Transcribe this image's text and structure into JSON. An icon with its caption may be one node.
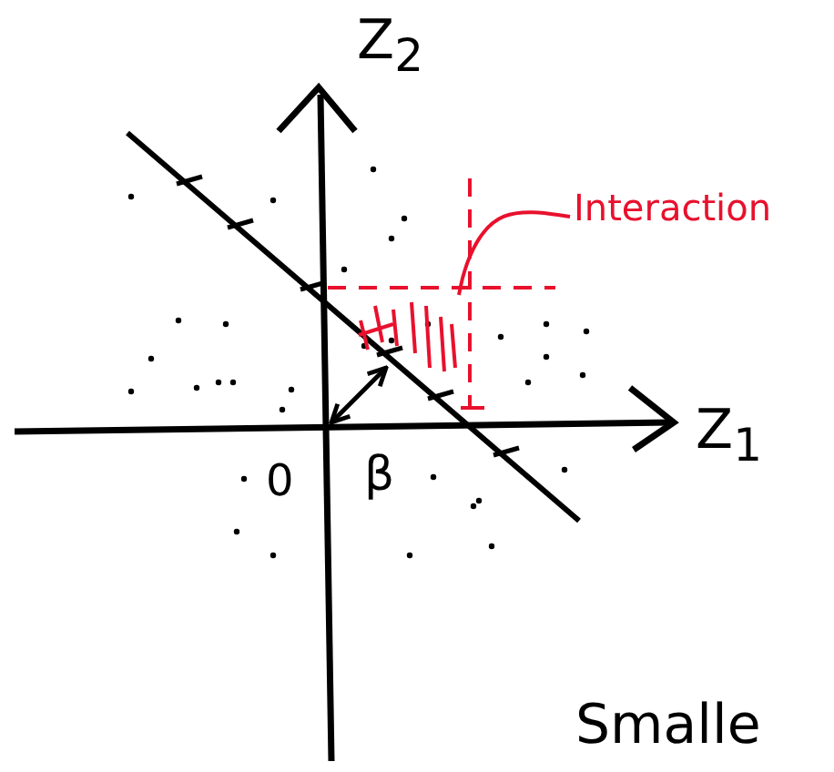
{
  "diagram": {
    "nodes": [
      {
        "text": [
          "Interaction"
        ]
      },
      {
        "text": [],
        "shape": "picture"
      }
    ],
    "edges": [
      {
        "from": 0,
        "to": 1,
        "arrow": "none",
        "color": "#e8112d"
      }
    ],
    "labels": [
      "Z$_{2}$",
      "Z$_{1}$",
      "0",
      "β",
      "Smalle"
    ]
  }
}
